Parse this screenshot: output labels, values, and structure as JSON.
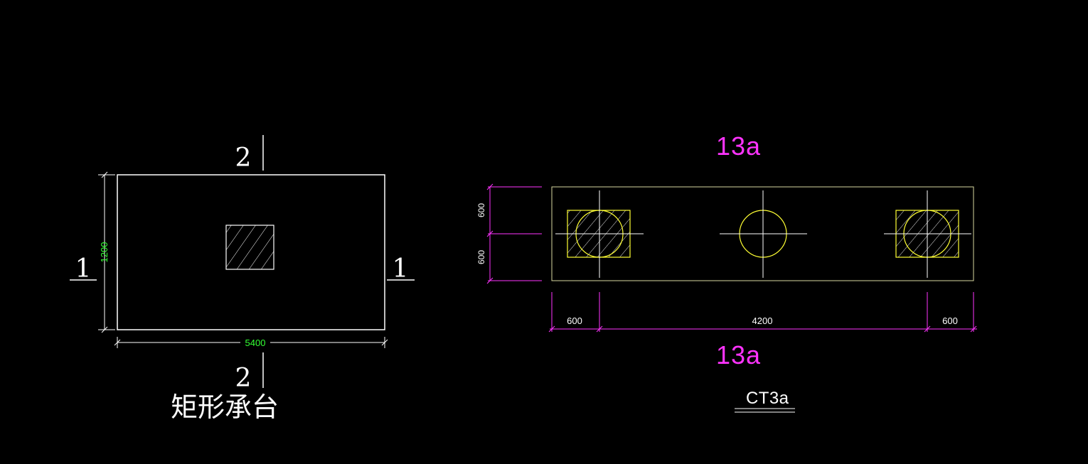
{
  "left_drawing": {
    "title": "矩形承台",
    "section_marks": {
      "top": "2",
      "bottom": "2",
      "left": "1",
      "right": "1"
    },
    "dims": {
      "width": "5400",
      "height": "1200"
    }
  },
  "right_drawing": {
    "section_top": "13a",
    "section_bottom": "13a",
    "title": "CT3a",
    "dims": {
      "left_600": "600",
      "mid_4200": "4200",
      "right_600": "600",
      "v_top_600": "600",
      "v_bottom_600": "600"
    }
  },
  "colors": {
    "background": "#000000",
    "outline_white": "#ffffff",
    "dim_green": "#33ff33",
    "dim_magenta": "#ff33ff",
    "pile_yellow": "#ffff33",
    "cap_outline": "#d8d8a0"
  }
}
